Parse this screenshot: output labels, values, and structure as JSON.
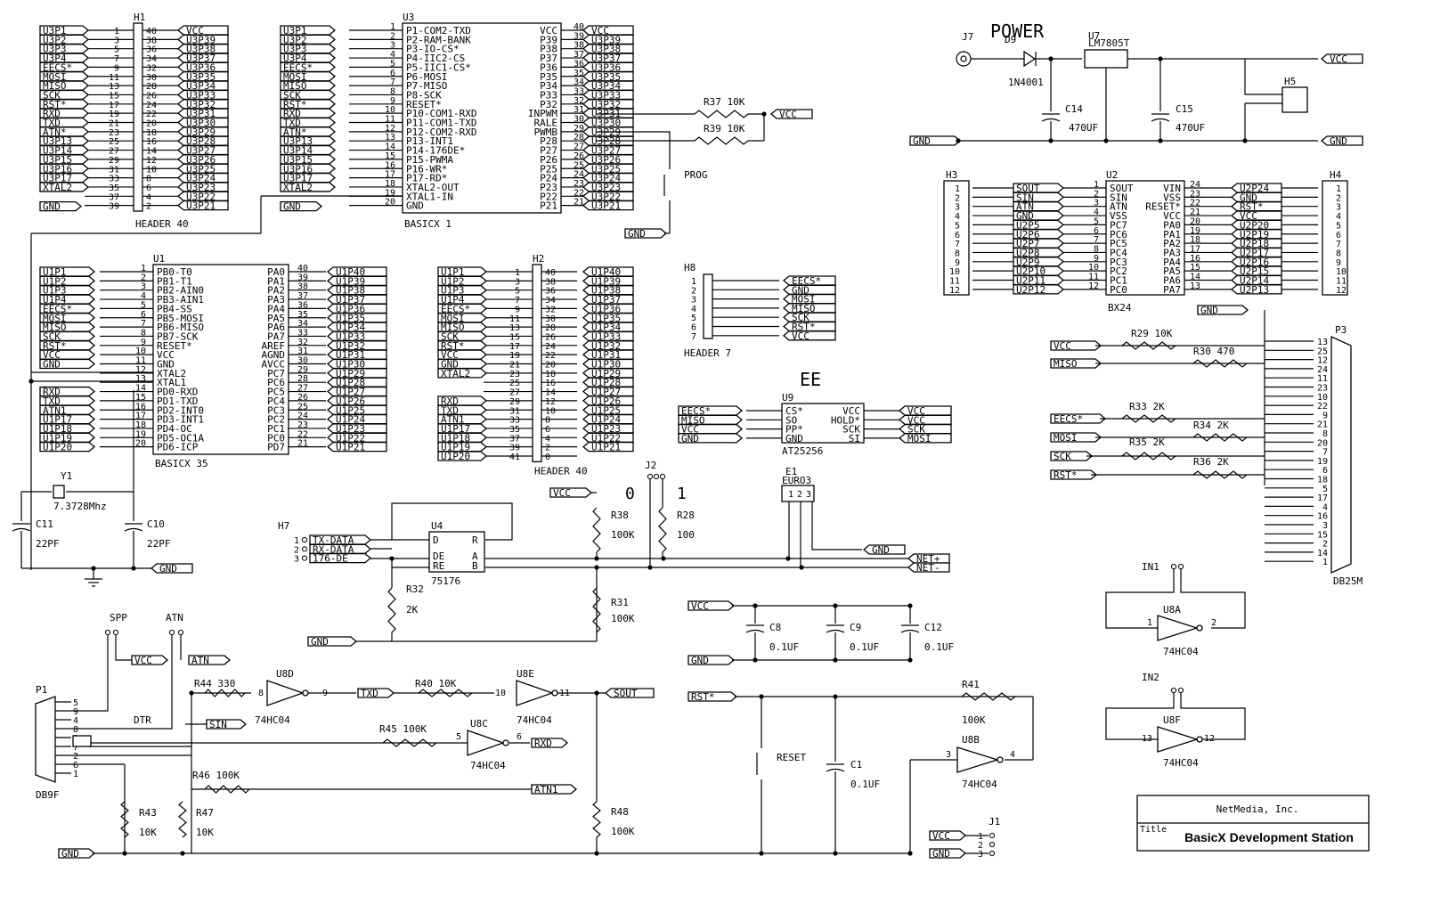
{
  "power": {
    "title": "POWER",
    "j7": "J7",
    "d9": {
      "ref": "D9",
      "value": "1N4001"
    },
    "u7": {
      "ref": "U7",
      "value": "LM7805T"
    },
    "c14": {
      "ref": "C14",
      "value": "470UF"
    },
    "c15": {
      "ref": "C15",
      "value": "470UF"
    },
    "h5": "H5"
  },
  "ee_title": "EE",
  "title_block": {
    "company": "NetMedia, Inc.",
    "title_label": "Title",
    "title": "BasicX Development Station"
  },
  "parts": {
    "h1": {
      "ref": "H1",
      "value": "HEADER 40"
    },
    "h2": {
      "ref": "H2",
      "value": "HEADER 40"
    },
    "u3": {
      "ref": "U3",
      "value": "BASICX 1"
    },
    "u1": {
      "ref": "U1",
      "value": "BASICX 35"
    },
    "u2": {
      "ref": "U2",
      "value": "BX24"
    },
    "h3": {
      "ref": "H3"
    },
    "h4": {
      "ref": "H4"
    },
    "h8": {
      "ref": "H8",
      "value": "HEADER 7"
    },
    "u9": {
      "ref": "U9",
      "value": "AT25256"
    },
    "u4": {
      "ref": "U4",
      "value": "75176"
    },
    "p3": {
      "ref": "P3",
      "value": "DB25M"
    },
    "p1": {
      "ref": "P1",
      "value": "DB9F"
    },
    "e1": {
      "ref": "E1",
      "value": "EURO3"
    },
    "j2": {
      "ref": "J2"
    },
    "j1": {
      "ref": "J1"
    },
    "h7": {
      "ref": "H7"
    },
    "y1": {
      "ref": "Y1",
      "value": "7.3728Mhz"
    },
    "c11": {
      "ref": "C11",
      "value": "22PF"
    },
    "c10": {
      "ref": "C10",
      "value": "22PF"
    },
    "prog": "PROG",
    "reset": "RESET"
  },
  "resistors": [
    {
      "ref": "R37",
      "value": "10K"
    },
    {
      "ref": "R39",
      "value": "10K"
    },
    {
      "ref": "R29",
      "value": "10K"
    },
    {
      "ref": "R30",
      "value": "470"
    },
    {
      "ref": "R33",
      "value": "2K"
    },
    {
      "ref": "R34",
      "value": "2K"
    },
    {
      "ref": "R35",
      "value": "2K"
    },
    {
      "ref": "R36",
      "value": "2K"
    },
    {
      "ref": "R38",
      "value": "100K"
    },
    {
      "ref": "R28",
      "value": "100"
    },
    {
      "ref": "R32",
      "value": "2K"
    },
    {
      "ref": "R31",
      "value": "100K"
    },
    {
      "ref": "R44",
      "value": "330"
    },
    {
      "ref": "R40",
      "value": "10K"
    },
    {
      "ref": "R45",
      "value": "100K"
    },
    {
      "ref": "R46",
      "value": "100K"
    },
    {
      "ref": "R43",
      "value": "10K"
    },
    {
      "ref": "R47",
      "value": "10K"
    },
    {
      "ref": "R48",
      "value": "100K"
    },
    {
      "ref": "R41",
      "value": "100K"
    }
  ],
  "caps": [
    {
      "ref": "C8",
      "value": "0.1UF"
    },
    {
      "ref": "C9",
      "value": "0.1UF"
    },
    {
      "ref": "C12",
      "value": "0.1UF"
    },
    {
      "ref": "C1",
      "value": "0.1UF"
    }
  ],
  "gates": [
    {
      "ref": "U8D",
      "value": "74HC04"
    },
    {
      "ref": "U8E",
      "value": "74HC04"
    },
    {
      "ref": "U8C",
      "value": "74HC04"
    },
    {
      "ref": "U8B",
      "value": "74HC04"
    },
    {
      "ref": "U8A",
      "value": "74HC04"
    },
    {
      "ref": "U8F",
      "value": "74HC04"
    }
  ],
  "h1_left": [
    "U3P1",
    "U3P2",
    "U3P3",
    "U3P4",
    "EECS*",
    "MOSI",
    "MISO",
    "SCK",
    "RST*",
    "RXD",
    "TXD",
    "ATN*",
    "U3P13",
    "U3P14",
    "U3P15",
    "U3P16",
    "U3P17",
    "XTAL2",
    "",
    ""
  ],
  "h1_right": [
    "VCC",
    "U3P39",
    "U3P38",
    "U3P37",
    "U3P36",
    "U3P35",
    "U3P34",
    "U3P33",
    "U3P32",
    "U3P31",
    "U3P30",
    "U3P29",
    "U3P28",
    "U3P27",
    "U3P26",
    "U3P25",
    "U3P24",
    "U3P23",
    "U3P22",
    "U3P21"
  ],
  "u3_left_pins": [
    "P1-COM2-TXD",
    "P2-RAM-BANK",
    "P3-IO-CS*",
    "P4-IIC2-CS",
    "P5-IIC1-CS*",
    "P6-MOSI",
    "P7-MISO",
    "P8-SCK",
    "RESET*",
    "P10-COM1-RXD",
    "P11-COM1-TXD",
    "P12-COM2-RXD",
    "P13-INT1",
    "P14-176DE*",
    "P15-PWMA",
    "P16-WR*",
    "P17-RD*",
    "XTAL2-OUT",
    "XTAL1-IN",
    "GND"
  ],
  "u3_right_pins": [
    "VCC",
    "P39",
    "P38",
    "P37",
    "P36",
    "P35",
    "P34",
    "P33",
    "P32",
    "INPWM",
    "RALE",
    "PWMB",
    "P28",
    "P27",
    "P26",
    "P25",
    "P24",
    "P23",
    "P22",
    "P21"
  ],
  "u1_left_pins": [
    "PB0-T0",
    "PB1-T1",
    "PB2-AIN0",
    "PB3-AIN1",
    "PB4-SS",
    "PB5-MOSI",
    "PB6-MISO",
    "PB7-SCK",
    "RESET*",
    "VCC",
    "GND",
    "XTAL2",
    "XTAL1",
    "PD0-RXD",
    "PD1-TXD",
    "PD2-INT0",
    "PD3-INT1",
    "PD4-OC",
    "PD5-OC1A",
    "PD6-ICP"
  ],
  "u1_right_pins": [
    "PA0",
    "PA1",
    "PA2",
    "PA3",
    "PA4",
    "PA5",
    "PA6",
    "PA7",
    "AREF",
    "AGND",
    "AVCC",
    "PC7",
    "PC6",
    "PC5",
    "PC4",
    "PC3",
    "PC2",
    "PC1",
    "PC0",
    "PD7"
  ],
  "u1_left_nets": [
    "U1P1",
    "U1P2",
    "U1P3",
    "U1P4",
    "EECS*",
    "MOSI",
    "MISO",
    "SCK",
    "RST*",
    "VCC",
    "GND",
    "",
    "",
    "RXD",
    "TXD",
    "ATN1",
    "U1P17",
    "U1P18",
    "U1P19",
    "U1P20"
  ],
  "u1_right_nets": [
    "U1P40",
    "U1P39",
    "U1P38",
    "U1P37",
    "U1P36",
    "U1P35",
    "U1P34",
    "U1P33",
    "U1P32",
    "U1P31",
    "U1P30",
    "U1P29",
    "U1P28",
    "U1P27",
    "U1P26",
    "U1P25",
    "U1P24",
    "U1P23",
    "U1P22",
    "U1P21"
  ],
  "h2_left": [
    "U1P1",
    "U1P2",
    "U1P3",
    "U1P4",
    "EECS*",
    "MOSI",
    "MISO",
    "SCK",
    "RST*",
    "VCC",
    "GND",
    "XTAL2",
    "",
    "",
    "RXD",
    "TXD",
    "ATN1",
    "U1P17",
    "U1P18",
    "U1P19",
    "U1P20"
  ],
  "u2_left_pins": [
    "SOUT",
    "SIN",
    "ATN",
    "VSS",
    "PC7",
    "PC6",
    "PC5",
    "PC4",
    "PC3",
    "PC2",
    "PC1",
    "PC0"
  ],
  "u2_right_pins": [
    "VIN",
    "VSS",
    "RESET*",
    "VCC",
    "PA0",
    "PA1",
    "PA2",
    "PA3",
    "PA4",
    "PA5",
    "PA6",
    "PA7"
  ],
  "u2_left_nets": [
    "SOUT",
    "SIN",
    "ATN",
    "GND",
    "U2P5",
    "U2P6",
    "U2P7",
    "U2P8",
    "U2P9",
    "U2P10",
    "U2P11",
    "U2P12"
  ],
  "u2_right_nets": [
    "U2P24",
    "GND",
    "RST*",
    "VCC",
    "U2P20",
    "U2P19",
    "U2P18",
    "U2P17",
    "U2P16",
    "U2P15",
    "U2P14",
    "U2P13"
  ],
  "h8_nets": [
    "EECS*",
    "GND",
    "MOSI",
    "MISO",
    "SCK",
    "RST*",
    "VCC"
  ],
  "u9_left_pins": [
    "CS*",
    "SO",
    "PP*",
    "GND"
  ],
  "u9_right_pins": [
    "VCC",
    "HOLD*",
    "SCK",
    "SI"
  ],
  "u9_left_nets": [
    "EECS*",
    "MISO",
    "VCC",
    "GND"
  ],
  "u9_right_nets": [
    "VCC",
    "VCC",
    "SCK",
    "MOSI"
  ],
  "p3_pins": [
    "13",
    "25",
    "12",
    "24",
    "11",
    "23",
    "10",
    "22",
    "9",
    "21",
    "8",
    "20",
    "7",
    "19",
    "6",
    "18",
    "5",
    "17",
    "4",
    "16",
    "3",
    "15",
    "2",
    "14",
    "1"
  ],
  "u4_pins": {
    "d": "D",
    "r": "R",
    "de": "DE",
    "re": "RE",
    "a": "A",
    "b": "B"
  },
  "h7_nets": [
    "TX-DATA",
    "RX-DATA",
    "176-DE"
  ],
  "misc_nets": {
    "vcc": "VCC",
    "gnd": "GND",
    "net_plus": "NET+",
    "net_minus": "NET-",
    "atn": "ATN",
    "sin": "SIN",
    "txd": "TXD",
    "rxd": "RXD",
    "sout": "SOUT",
    "atn1": "ATN1",
    "rst": "RST*",
    "eecs": "EECS*",
    "miso": "MISO",
    "mosi": "MOSI",
    "sck": "SCK",
    "dtr": "DTR",
    "spp": "SPP",
    "atn_lbl": "ATN",
    "in1": "IN1",
    "in2": "IN2",
    "zero": "0",
    "one": "1"
  }
}
